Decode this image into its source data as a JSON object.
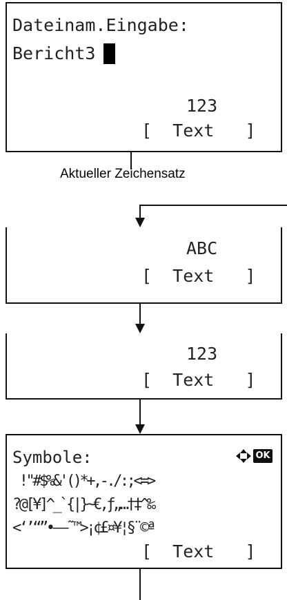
{
  "screen1": {
    "title": "Dateinam.Eingabe:",
    "input_value": "Bericht3",
    "charset": "123",
    "softkey": "[  Text   ]"
  },
  "annotation": {
    "label": "Aktueller Zeichensatz"
  },
  "screen2": {
    "charset": "ABC",
    "softkey": "[  Text   ]"
  },
  "screen3": {
    "charset": "123",
    "softkey": "[  Text   ]"
  },
  "screen4": {
    "title": "Symbole:",
    "ok_label": "OK",
    "symbols_row1": " !\"#$%&'()*+,-./:;<=>",
    "symbols_row2": "?@[¥]^_`{|}~€,ƒ„…†‡^‰",
    "symbols_row3": "<‘’“”•–—˜™>¡¢£¤¥¦§¨©ª",
    "softkey": "[  Text   ]"
  },
  "icons": [
    "four-way-arrow-icon",
    "ok-key-icon",
    "arrow-down-icon"
  ]
}
